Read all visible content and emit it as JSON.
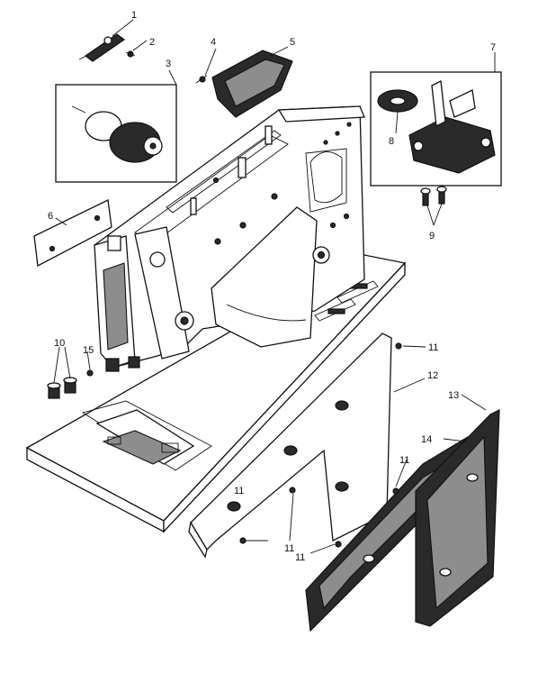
{
  "callouts": [
    {
      "key": "c1",
      "text": "1"
    },
    {
      "key": "c2",
      "text": "2"
    },
    {
      "key": "c3",
      "text": "3"
    },
    {
      "key": "c4",
      "text": "4"
    },
    {
      "key": "c5",
      "text": "5"
    },
    {
      "key": "c6",
      "text": "6"
    },
    {
      "key": "c7",
      "text": "7"
    },
    {
      "key": "c8",
      "text": "8"
    },
    {
      "key": "c9",
      "text": "9"
    },
    {
      "key": "c10",
      "text": "10"
    },
    {
      "key": "c11a",
      "text": "11"
    },
    {
      "key": "c11b",
      "text": "11"
    },
    {
      "key": "c11c",
      "text": "11"
    },
    {
      "key": "c11d",
      "text": "11"
    },
    {
      "key": "c11e",
      "text": "11"
    },
    {
      "key": "c12",
      "text": "12"
    },
    {
      "key": "c13",
      "text": "13"
    },
    {
      "key": "c14",
      "text": "14"
    },
    {
      "key": "c15",
      "text": "15"
    }
  ],
  "colors": {
    "ink": "#111111",
    "paper": "#ffffff",
    "shade": "#2a2a2a"
  }
}
